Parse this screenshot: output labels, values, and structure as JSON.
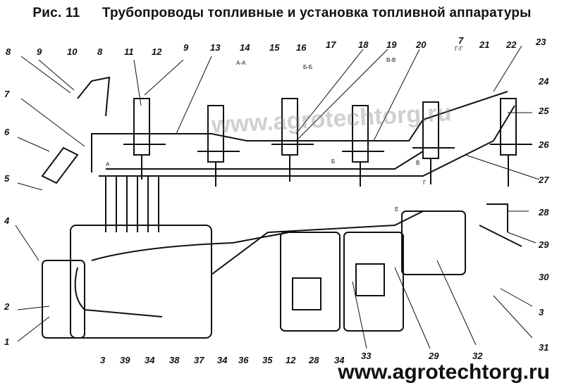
{
  "title": {
    "figure": "Рис. 11",
    "caption": "Трубопроводы топливные и установка топливной аппаратуры"
  },
  "watermark": "www.agrotechtorg.ru",
  "footer_watermark": "www.agrotechtorg.ru",
  "section_marks": {
    "a": "A-A",
    "b": "Б-Б",
    "v": "В-В",
    "g": "Г-Г",
    "a_side": "А",
    "b_side": "Б",
    "v_side": "В",
    "g_side": "Г",
    "e": "Е"
  },
  "callouts": {
    "c1": "1",
    "c2": "2",
    "c3a": "3",
    "c3b": "3",
    "c4": "4",
    "c5": "5",
    "c6": "6",
    "c7a": "7",
    "c7b": "7",
    "c8a": "8",
    "c8b": "8",
    "c9a": "9",
    "c9b": "9",
    "c10": "10",
    "c11": "11",
    "c12a": "12",
    "c12b": "12",
    "c13": "13",
    "c14": "14",
    "c15": "15",
    "c16": "16",
    "c17": "17",
    "c18": "18",
    "c19": "19",
    "c20": "20",
    "c21": "21",
    "c22": "22",
    "c23": "23",
    "c24": "24",
    "c25": "25",
    "c26": "26",
    "c27": "27",
    "c28a": "28",
    "c28b": "28",
    "c29a": "29",
    "c29b": "29",
    "c30": "30",
    "c31": "31",
    "c32": "32",
    "c33": "33",
    "c34a": "34",
    "c34b": "34",
    "c34c": "34",
    "c35": "35",
    "c36": "36",
    "c37": "37",
    "c38": "38",
    "c39": "39"
  }
}
